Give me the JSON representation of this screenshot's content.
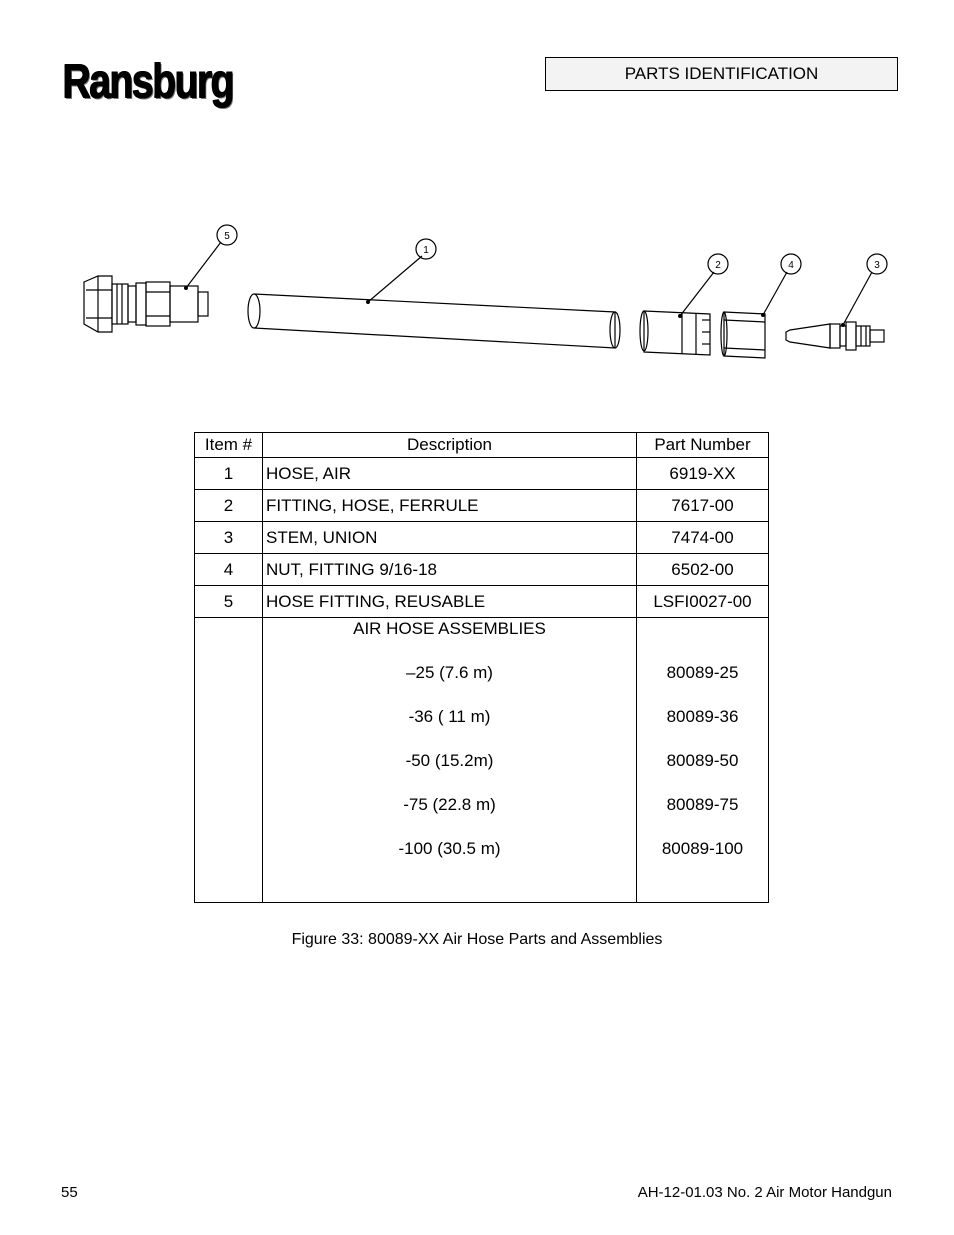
{
  "header": {
    "logo": "Ransburg",
    "section_title": "PARTS IDENTIFICATION"
  },
  "drawing": {
    "callouts": [
      "5",
      "1",
      "2",
      "4",
      "3"
    ]
  },
  "table": {
    "columns": [
      "Item #",
      "Description",
      "Part Number"
    ],
    "rows": [
      {
        "item": "1",
        "description": "HOSE, AIR",
        "part": "6919-XX"
      },
      {
        "item": "2",
        "description": "FITTING, HOSE, FERRULE",
        "part": "7617-00"
      },
      {
        "item": "3",
        "description": "STEM, UNION",
        "part": "7474-00"
      },
      {
        "item": "4",
        "description": "NUT, FITTING 9/16-18",
        "part": "6502-00"
      },
      {
        "item": "5",
        "description": "HOSE FITTING, REUSABLE",
        "part": "LSFI0027-00"
      }
    ],
    "assemblies": {
      "heading": "AIR HOSE ASSEMBLIES",
      "items": [
        {
          "length": "–25  (7.6 m)",
          "part": "80089-25"
        },
        {
          "length": "-36 ( 11 m)",
          "part": "80089-36"
        },
        {
          "length": "-50 (15.2m)",
          "part": "80089-50"
        },
        {
          "length": "-75 (22.8 m)",
          "part": "80089-75"
        },
        {
          "length": "-100 (30.5 m)",
          "part": "80089-100"
        }
      ]
    }
  },
  "caption": "Figure 33: 80089-XX Air Hose Parts and Assemblies",
  "footer": {
    "page_number": "55",
    "document": "AH-12-01.03 No. 2 Air Motor Handgun"
  }
}
